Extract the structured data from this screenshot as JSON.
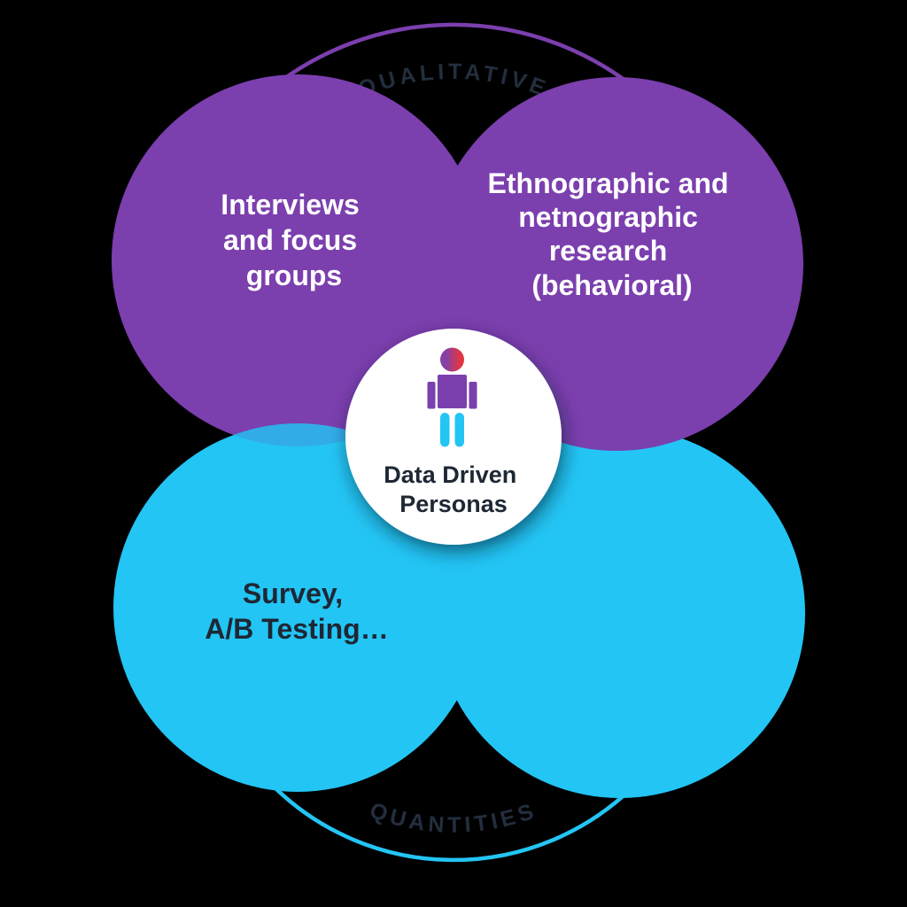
{
  "arc_labels": {
    "top": "QUALITATIVE",
    "bottom": "QUANTITIES"
  },
  "circles": {
    "top_left": {
      "lines": [
        "Interviews",
        "and focus",
        "groups"
      ]
    },
    "top_right": {
      "lines": [
        "Ethnographic and",
        "netnographic",
        "research",
        "(behavioral)"
      ]
    },
    "bottom_left": {
      "lines": [
        "Survey,",
        "A/B Testing…"
      ]
    },
    "bottom_right": {
      "lines": []
    }
  },
  "center": {
    "lines": [
      "Data Driven",
      "Personas"
    ]
  },
  "icons": {
    "center_badge": "person-icon"
  },
  "colors": {
    "background": "#000000",
    "purple": "#7B3FAE",
    "cyan": "#23C5F4",
    "arc_label": "#232E3E",
    "light_label": "#FFFFFF",
    "dark_label": "#1E2734",
    "center_circle": "#FFFFFF",
    "head_gradient_left": "#8440A4",
    "head_gradient_right": "#DE3647"
  }
}
